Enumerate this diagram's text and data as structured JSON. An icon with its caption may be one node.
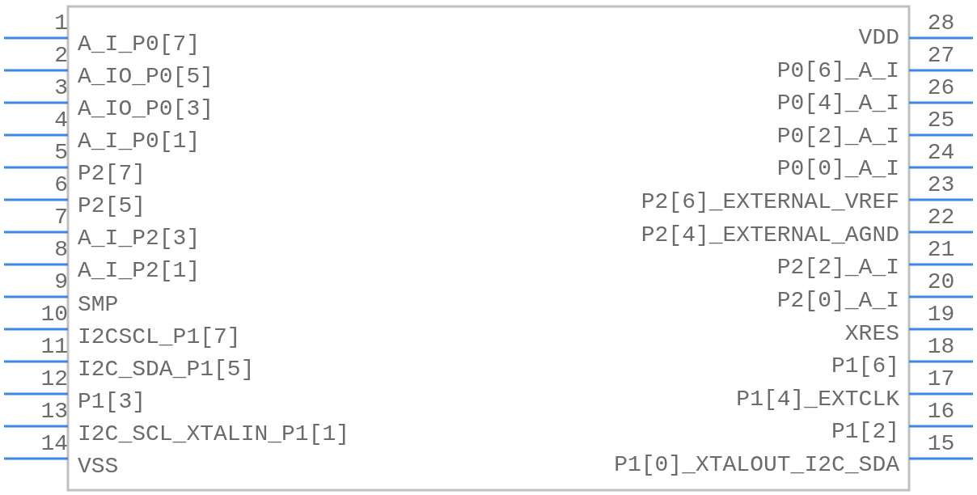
{
  "diagram": {
    "labels": [
      "1",
      "A_I_P0[7]",
      "2",
      "A_IO_P0[5]",
      "3",
      "A_IO_P0[3]",
      "4",
      "A_I_P0[1]",
      "5",
      "P2[7]",
      "6",
      "P2[5]",
      "7",
      "A_I_P2[3]",
      "8",
      "A_I_P2[1]",
      "9",
      "SMP",
      "10",
      "I2CSCL_P1[7]",
      "11",
      "I2C_SDA_P1[5]",
      "12",
      "P1[3]",
      "13",
      "I2C_SCL_XTALIN_P1[1]",
      "14",
      "VSS",
      "28",
      "VDD",
      "27",
      "P0[6]_A_I",
      "26",
      "P0[4]_A_I",
      "25",
      "P0[2]_A_I",
      "24",
      "P0[0]_A_I",
      "23",
      "P2[6]_EXTERNAL_VREF",
      "22",
      "P2[4]_EXTERNAL_AGND",
      "21",
      "P2[2]_A_I",
      "20",
      "P2[0]_A_I",
      "19",
      "XRES",
      "18",
      "P1[6]",
      "17",
      "P1[4]_EXTCLK",
      "16",
      "P1[2]",
      "15",
      "P1[0]_XTALOUT_I2C_SDA"
    ]
  }
}
